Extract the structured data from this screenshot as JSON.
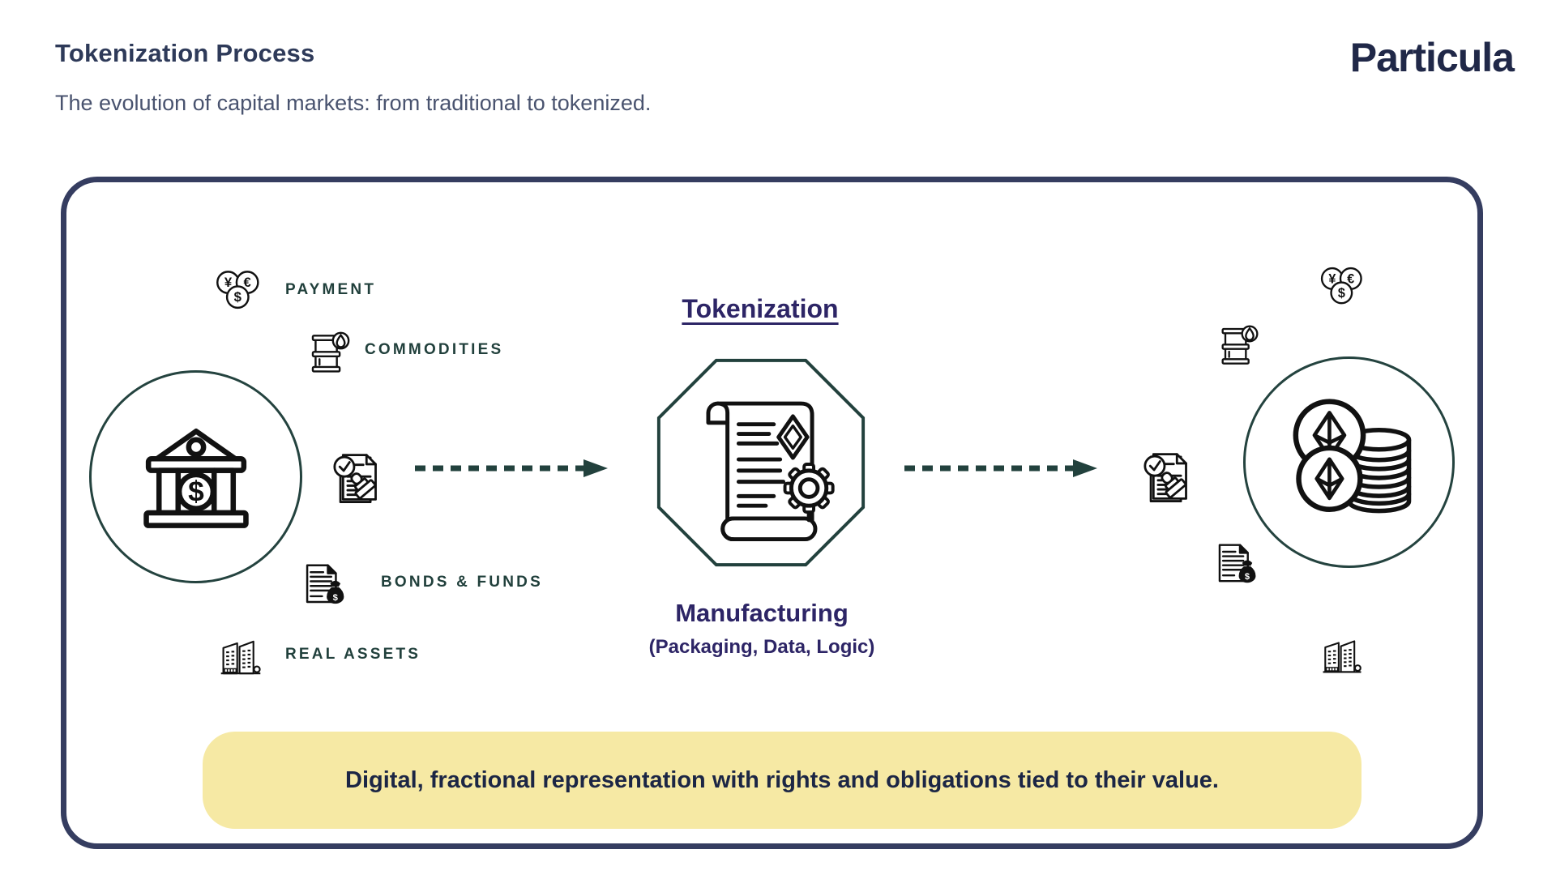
{
  "header": {
    "title": "Tokenization Process",
    "subtitle": "The evolution of capital markets: from traditional to tokenized.",
    "brand": "Particula"
  },
  "assets": {
    "payment_label": "PAYMENT",
    "commodities_label": "COMMODITIES",
    "bonds_funds_label": "BONDS & FUNDS",
    "real_assets_label": "REAL ASSETS"
  },
  "process": {
    "heading": "Tokenization",
    "stage": "Manufacturing",
    "stage_detail": "(Packaging, Data, Logic)"
  },
  "banner": {
    "text": "Digital, fractional representation with rights and obligations tied to their value."
  },
  "currency": {
    "yen": "¥",
    "euro": "€",
    "dollar": "$"
  },
  "icons": {
    "left_source": "bank-icon",
    "right_result": "eth-coin-stack-icon",
    "center_process": "smart-contract-scroll-icon",
    "asset_icons": [
      "currency-coins-icon",
      "oil-barrel-icon",
      "bond-document-icon",
      "buildings-icon"
    ],
    "transfer_icon": "stamped-document-icon",
    "flow_icon": "dashed-arrow-icon"
  },
  "colors": {
    "frame_border": "#353d60",
    "title": "#2e3a59",
    "accent_indigo": "#2d2566",
    "accent_teal": "#22413d",
    "banner_bg": "#f6e9a4",
    "banner_text": "#1c2645",
    "icon_ink": "#111111"
  }
}
